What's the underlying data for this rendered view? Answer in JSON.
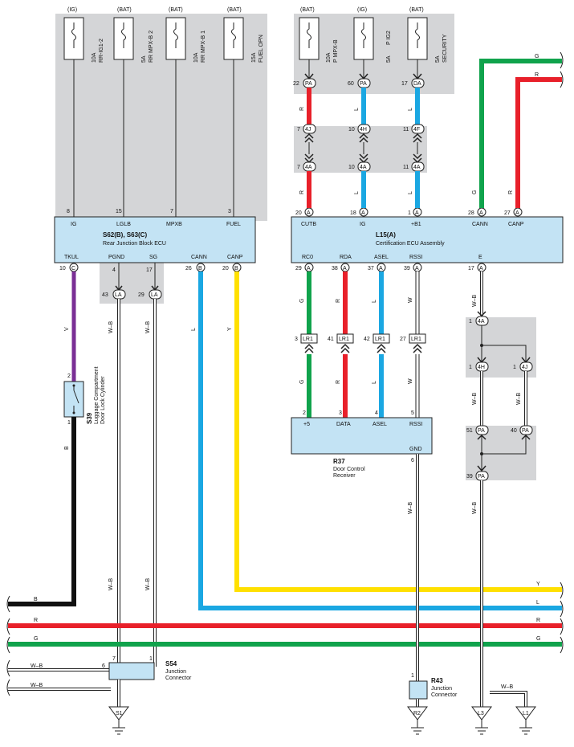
{
  "fuses": [
    {
      "source": "(IG)",
      "rating": "10A",
      "name": "RR-IG1-2",
      "pin": "8"
    },
    {
      "source": "(BAT)",
      "rating": "5A",
      "name": "RR MPX-B 2",
      "pin": "15"
    },
    {
      "source": "(BAT)",
      "rating": "10A",
      "name": "RR MPX-B 1",
      "pin": "7"
    },
    {
      "source": "(BAT)",
      "rating": "15A",
      "name": "FUEL OPN",
      "pin": "3"
    },
    {
      "source": "(BAT)",
      "rating": "10A",
      "name": "P MPX-B",
      "pin": "22",
      "conn": "PA"
    },
    {
      "source": "(IG)",
      "rating": "5A",
      "name": "P IG2",
      "pin": "60",
      "conn": "PA"
    },
    {
      "source": "(BAT)",
      "rating": "5A",
      "name": "SECURITY",
      "pin": "17",
      "conn": "DA"
    }
  ],
  "s62": {
    "title": "S62(B), S63(C)",
    "subtitle": "Rear Junction Block ECU",
    "top_pins": [
      "IG",
      "LGLB",
      "MPXB",
      "FUEL"
    ],
    "bottom_pins": [
      "TKUL",
      "PGND",
      "SG",
      "CANN",
      "CANP"
    ],
    "bottom_nums": [
      {
        "num": "10",
        "conn": "C"
      },
      {
        "num": "4",
        "conn": ""
      },
      {
        "num": "17",
        "conn": ""
      },
      {
        "num": "26",
        "conn": "B"
      },
      {
        "num": "20",
        "conn": "B"
      }
    ],
    "la": [
      {
        "num": "43",
        "conn": "LA"
      },
      {
        "num": "29",
        "conn": "LA"
      }
    ]
  },
  "l15": {
    "title": "L15(A)",
    "subtitle": "Certification ECU Assembly",
    "top_pins": [
      "CUTB",
      "IG",
      "+B1",
      "CANN",
      "CANP"
    ],
    "top_nums": [
      "20",
      "18",
      "1",
      "28",
      "27"
    ],
    "bottom_pins": [
      "RC0",
      "RDA",
      "ASEL",
      "RSSI",
      "E"
    ],
    "bottom_nums": [
      "29",
      "38",
      "37",
      "39",
      "17"
    ],
    "conn": "A"
  },
  "mid_connectors": [
    {
      "num": "7",
      "conn": "4J"
    },
    {
      "num": "10",
      "conn": "4H"
    },
    {
      "num": "11",
      "conn": "4F"
    },
    {
      "num": "7",
      "conn": "4A"
    },
    {
      "num": "10",
      "conn": "4A"
    },
    {
      "num": "11",
      "conn": "4A"
    }
  ],
  "lr1": [
    {
      "num": "3",
      "conn": "LR1"
    },
    {
      "num": "41",
      "conn": "LR1"
    },
    {
      "num": "42",
      "conn": "LR1"
    },
    {
      "num": "27",
      "conn": "LR1"
    }
  ],
  "r37": {
    "title": "R37",
    "subtitle1": "Door Control",
    "subtitle2": "Receiver",
    "pins": [
      "+5",
      "DATA",
      "ASEL",
      "RSSI"
    ],
    "nums": [
      "2",
      "3",
      "4",
      "5"
    ],
    "gnd": "GND",
    "gnd_num": "6"
  },
  "s39": {
    "title": "S39",
    "line1": "Luggage Compartment",
    "line2": "Door Lock Cylinder",
    "pin_top": "2",
    "pin_bot": "1"
  },
  "s54": {
    "title": "S54",
    "line1": "Junction",
    "line2": "Connector",
    "pin_a": "7",
    "pin_b": "1",
    "pin_c": "6"
  },
  "r43": {
    "title": "R43",
    "line1": "Junction",
    "line2": "Connector",
    "pin": "1"
  },
  "e_branch": [
    {
      "num": "1",
      "conn": "4A"
    },
    {
      "num": "1",
      "conn": "4H"
    },
    {
      "num": "1",
      "conn": "4J"
    },
    {
      "num": "51",
      "conn": "PA"
    },
    {
      "num": "40",
      "conn": "PA"
    },
    {
      "num": "39",
      "conn": "PA"
    }
  ],
  "grounds": [
    "S1",
    "R2",
    "L3",
    "L1"
  ],
  "wire_labels": {
    "R": "R",
    "L": "L",
    "G": "G",
    "Y": "Y",
    "V": "V",
    "B": "B",
    "W": "W",
    "WB": "W–B"
  },
  "colors": {
    "R": "#e8202a",
    "L": "#1aa7e2",
    "G": "#10a34c",
    "Y": "#ffe000",
    "V": "#7a2f95",
    "B": "#111111",
    "grey": "#d4d5d7",
    "box": "#c3e3f4"
  }
}
